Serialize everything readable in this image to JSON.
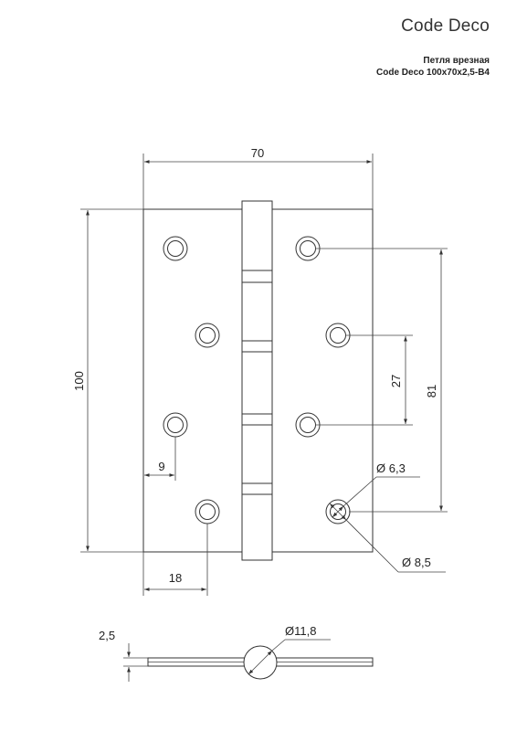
{
  "header": {
    "brand": "Code Deco",
    "product_name": "Петля врезная",
    "product_model": "Code Deco 100x70x2,5-B4"
  },
  "dimensions": {
    "width": "70",
    "height": "100",
    "hole_pitch_total": "81",
    "hole_pitch_short": "27",
    "edge_offset_inner": "9",
    "edge_offset_outer": "18",
    "hole_diameter_inner": "Ø 6,3",
    "hole_diameter_outer": "Ø 8,5",
    "knuckle_diameter": "Ø11,8",
    "leaf_thickness": "2,5"
  }
}
